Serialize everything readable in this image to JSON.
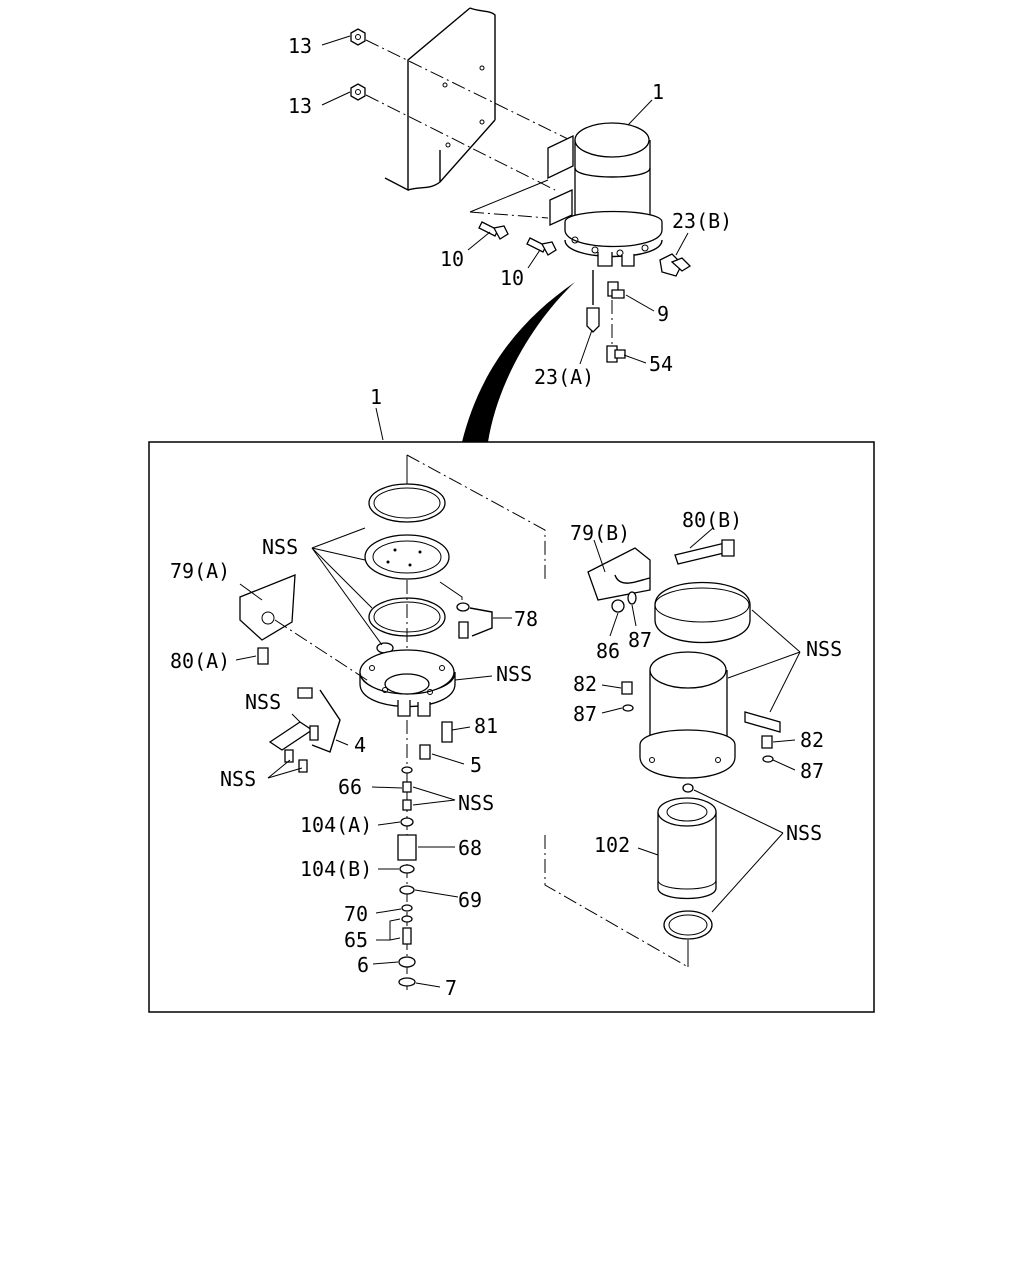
{
  "callouts": {
    "c13a": "13",
    "c13b": "13",
    "c1top": "1",
    "c23b": "23(B)",
    "c10a": "10",
    "c10b": "10",
    "c9": "9",
    "c54": "54",
    "c23a": "23(A)",
    "c1box": "1",
    "c79a": "79(A)",
    "c80a": "80(A)",
    "cNSS1": "NSS",
    "c78": "78",
    "cNSS2": "NSS",
    "cNSS3": "NSS",
    "c4": "4",
    "cNSS4": "NSS",
    "c81": "81",
    "c5": "5",
    "c66": "66",
    "cNSS5": "NSS",
    "c104a": "104(A)",
    "c68": "68",
    "c104b": "104(B)",
    "c69": "69",
    "c70": "70",
    "c65": "65",
    "c6": "6",
    "c7": "7",
    "c79b": "79(B)",
    "c80b": "80(B)",
    "c86": "86",
    "c87a": "87",
    "cNSS6": "NSS",
    "c82a": "82",
    "c87b": "87",
    "c82b": "82",
    "c87c": "87",
    "c102": "102",
    "cNSS7": "NSS"
  }
}
